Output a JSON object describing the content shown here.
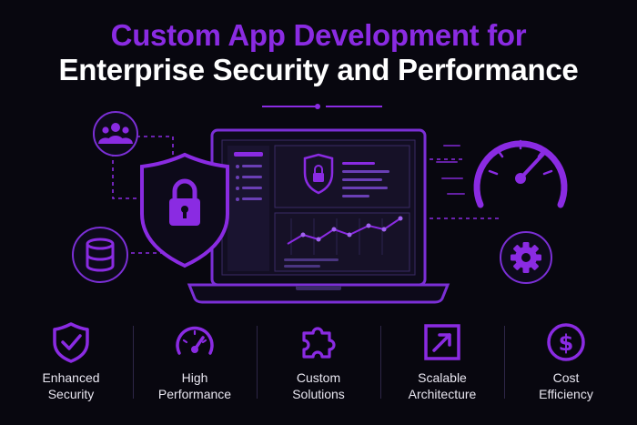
{
  "header": {
    "title_line1": "Custom App Development for",
    "title_line2": "Enterprise Security and Performance"
  },
  "colors": {
    "accent": "#8a2be2",
    "background": "#08070f",
    "text": "#ffffff"
  },
  "hero": {
    "icons": [
      "users-icon",
      "database-icon",
      "shield-lock-icon",
      "laptop-dashboard",
      "speedometer-icon",
      "gear-icon"
    ]
  },
  "features": [
    {
      "icon": "shield-check-icon",
      "line1": "Enhanced",
      "line2": "Security"
    },
    {
      "icon": "gauge-icon",
      "line1": "High",
      "line2": "Performance"
    },
    {
      "icon": "puzzle-icon",
      "line1": "Custom",
      "line2": "Solutions"
    },
    {
      "icon": "scale-arrow-icon",
      "line1": "Scalable",
      "line2": "Architecture"
    },
    {
      "icon": "dollar-icon",
      "line1": "Cost",
      "line2": "Efficiency"
    }
  ]
}
